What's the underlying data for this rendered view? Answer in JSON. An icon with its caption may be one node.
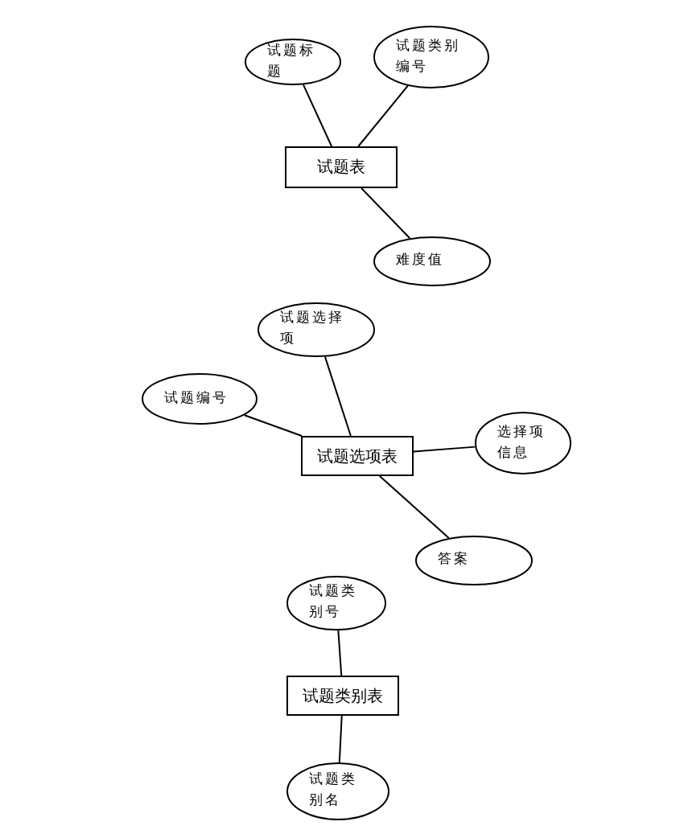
{
  "diagram": {
    "nodes": [
      {
        "text": [
          "试题表"
        ]
      },
      {
        "text": [
          "试题标题"
        ]
      },
      {
        "text": [
          "试题类别编号"
        ]
      },
      {
        "text": [
          "难度值"
        ]
      },
      {
        "text": [
          "试题选项表"
        ]
      },
      {
        "text": [
          "试题选择项"
        ]
      },
      {
        "text": [
          "试题编号"
        ]
      },
      {
        "text": [
          "选择项信息"
        ]
      },
      {
        "text": [
          "答案"
        ]
      },
      {
        "text": [
          "试题类别表"
        ]
      },
      {
        "text": [
          "试题类别号"
        ]
      },
      {
        "text": [
          "试题类别名"
        ]
      }
    ],
    "edges": [
      {
        "from": 0,
        "to": 1,
        "arrow": "none"
      },
      {
        "from": 0,
        "to": 2,
        "arrow": "none"
      },
      {
        "from": 0,
        "to": 3,
        "arrow": "none"
      },
      {
        "from": 4,
        "to": 5,
        "arrow": "none"
      },
      {
        "from": 4,
        "to": 6,
        "arrow": "none"
      },
      {
        "from": 4,
        "to": 7,
        "arrow": "none"
      },
      {
        "from": 4,
        "to": 8,
        "arrow": "none"
      },
      {
        "from": 9,
        "to": 10,
        "arrow": "none"
      },
      {
        "from": 9,
        "to": 11,
        "arrow": "none"
      }
    ]
  }
}
